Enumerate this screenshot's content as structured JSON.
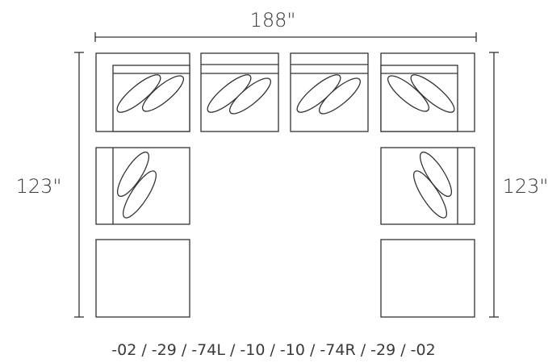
{
  "dimensions": {
    "width_label": "188\"",
    "height_left_label": "123\"",
    "height_right_label": "123\""
  },
  "configuration_code": "-02 / -29 / -74L / -10 / -10 / -74R / -29 / -02",
  "colors": {
    "line": "#333333",
    "text": "#3a3a3a",
    "background": "#ffffff"
  }
}
